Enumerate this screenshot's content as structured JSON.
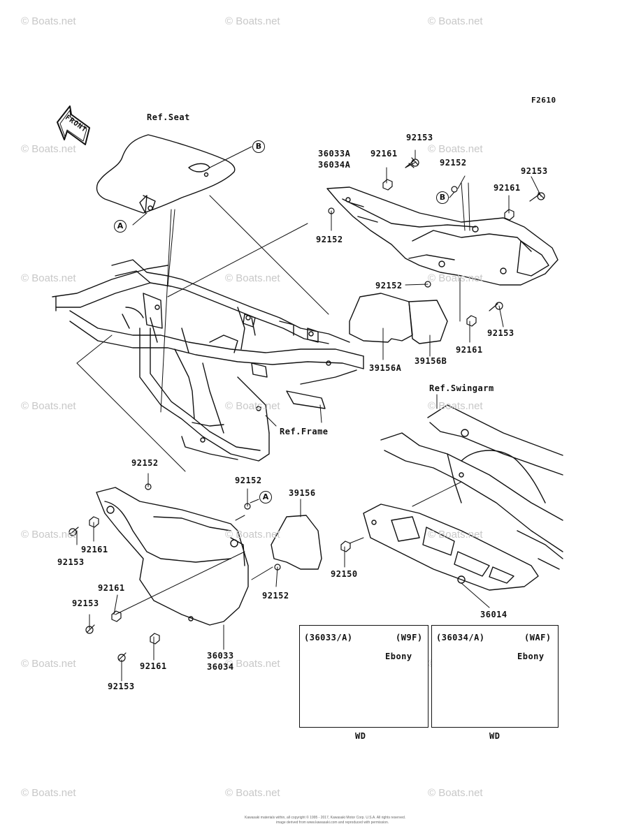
{
  "diagram_code": "F2610",
  "front_label": "FRONT",
  "watermark_text": "© Boats.net",
  "ref_labels": {
    "seat": "Ref.Seat",
    "swingarm": "Ref.Swingarm",
    "frame": "Ref.Frame"
  },
  "markers": {
    "a": "A",
    "b": "B"
  },
  "part_numbers": {
    "p36033A_36034A_line1": "36033A",
    "p36033A_36034A_line2": "36034A",
    "p92161_top": "92161",
    "p92153_top": "92153",
    "p92152_top_right": "92152",
    "p92153_right": "92153",
    "p92161_right": "92161",
    "p92152_upper_mid": "92152",
    "p92152_mid": "92152",
    "p92153_mid_right": "92153",
    "p92161_mid_right": "92161",
    "p39156A": "39156A",
    "p39156B": "39156B",
    "p92152_left": "92152",
    "p92152_center": "92152",
    "p39156": "39156",
    "p92161_left_upper": "92161",
    "p92153_left_upper": "92153",
    "p92161_left_mid": "92161",
    "p92153_left_mid": "92153",
    "p92152_lower_center": "92152",
    "p92161_bottom": "92161",
    "p92153_bottom": "92153",
    "p36033_line1": "36033",
    "p36034_line2": "36034",
    "p92150": "92150",
    "p36014": "36014"
  },
  "inset_left": {
    "code": "(36033/A)",
    "variant": "(W9F)",
    "color": "Ebony",
    "caption": "WD"
  },
  "inset_right": {
    "code": "(36034/A)",
    "variant": "(WAF)",
    "color": "Ebony",
    "caption": "WD"
  },
  "footer_lines": [
    "Kawasaki materials within, all copyright © 1995 - 2017, Kawasaki Motor Corp. U.S.A. All rights reserved.",
    "image derived from www.kawasaki.com and reproduced with permission."
  ]
}
